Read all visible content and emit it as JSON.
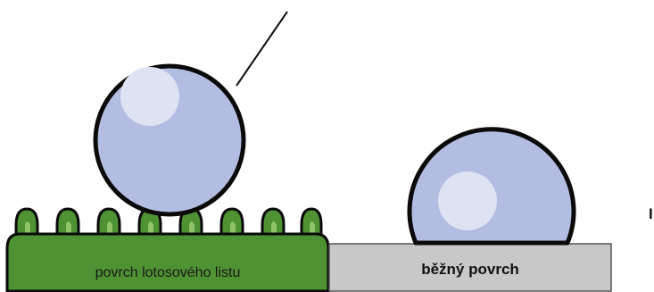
{
  "labels": {
    "lotus_surface": "povrch lotosového listu",
    "common_surface": "běžný povrch",
    "edge_mark": "I"
  },
  "colors": {
    "droplet_fill": "#b3bde1",
    "droplet_highlight": "#dee3f4",
    "droplet_outline": "#0a0a0a",
    "lotus_base": "#4f9233",
    "lotus_bump_light": "#8fc46a",
    "common_surface": "#c8c8c8"
  }
}
